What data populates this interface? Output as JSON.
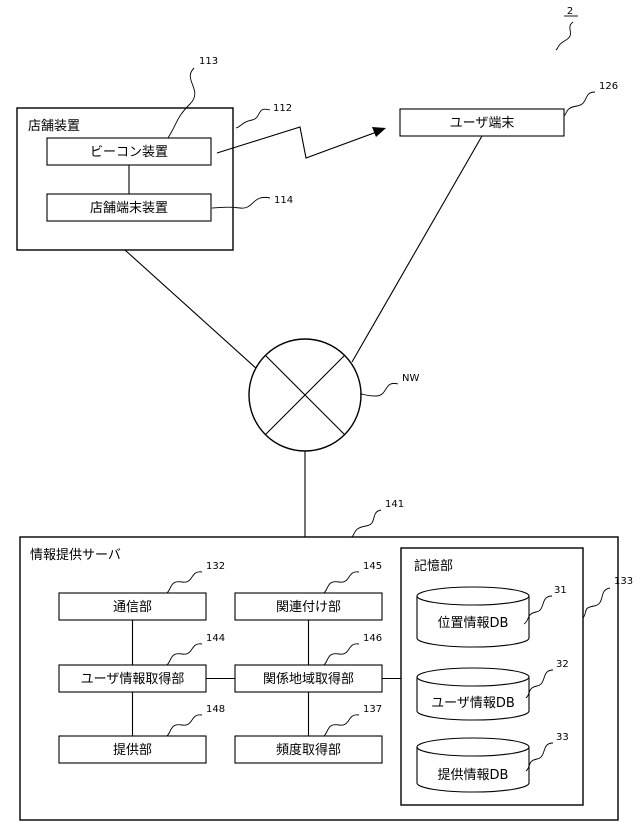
{
  "figure_number": "2",
  "store": {
    "title": "店舗装置",
    "ref": "112",
    "beacon": {
      "label": "ビーコン装置",
      "ref": "113"
    },
    "terminal": {
      "label": "店舗端末装置",
      "ref": "114"
    }
  },
  "user_terminal": {
    "label": "ユーザ端末",
    "ref": "126"
  },
  "network": {
    "ref": "NW"
  },
  "server": {
    "title": "情報提供サーバ",
    "ref": "141",
    "communication": {
      "label": "通信部",
      "ref": "132"
    },
    "user_info_acquisition": {
      "label": "ユーザ情報取得部",
      "ref": "144"
    },
    "provision": {
      "label": "提供部",
      "ref": "148"
    },
    "association": {
      "label": "関連付け部",
      "ref": "145"
    },
    "related_area_acquisition": {
      "label": "関係地域取得部",
      "ref": "146"
    },
    "frequency_acquisition": {
      "label": "頻度取得部",
      "ref": "137"
    },
    "storage": {
      "title": "記憶部",
      "ref": "133",
      "databases": [
        {
          "label": "位置情報DB",
          "ref": "31"
        },
        {
          "label": "ユーザ情報DB",
          "ref": "32"
        },
        {
          "label": "提供情報DB",
          "ref": "33"
        }
      ]
    }
  }
}
